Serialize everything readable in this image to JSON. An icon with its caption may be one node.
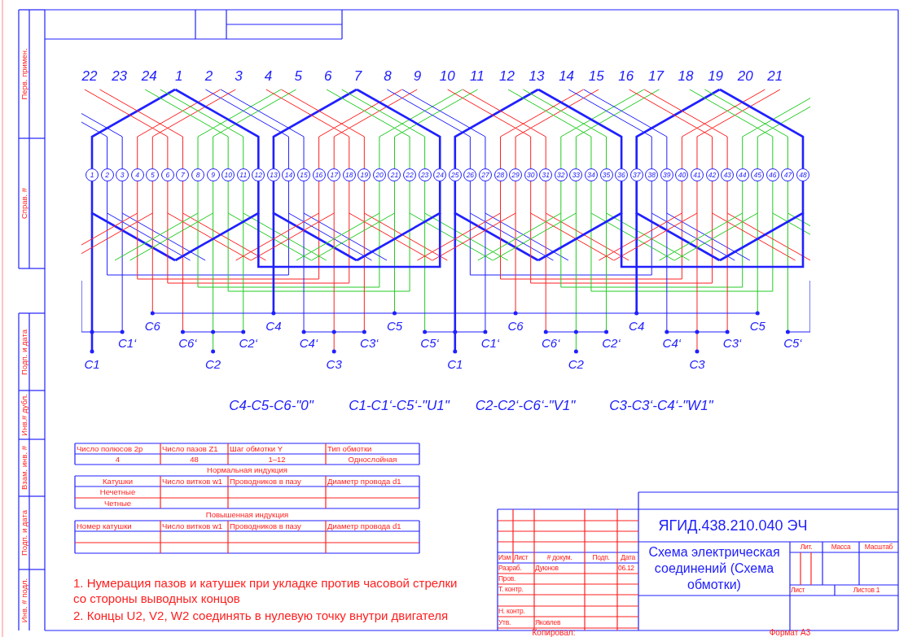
{
  "diagram": {
    "nodes": [
      {
        "text": [
          "1"
        ]
      },
      {
        "text": [
          "2"
        ]
      },
      {
        "text": [
          "3"
        ]
      },
      {
        "text": [
          "4"
        ]
      },
      {
        "text": [
          "5"
        ]
      },
      {
        "text": [
          "6"
        ]
      },
      {
        "text": [
          "7"
        ]
      },
      {
        "text": [
          "8"
        ]
      },
      {
        "text": [
          "9"
        ]
      },
      {
        "text": [
          "10"
        ]
      },
      {
        "text": [
          "11"
        ]
      },
      {
        "text": [
          "12"
        ]
      },
      {
        "text": [
          "13"
        ]
      },
      {
        "text": [
          "14"
        ]
      },
      {
        "text": [
          "15"
        ]
      },
      {
        "text": [
          "16"
        ]
      },
      {
        "text": [
          "17"
        ]
      },
      {
        "text": [
          "18"
        ]
      },
      {
        "text": [
          "19"
        ]
      },
      {
        "text": [
          "20"
        ]
      },
      {
        "text": [
          "21"
        ]
      },
      {
        "text": [
          "22"
        ]
      },
      {
        "text": [
          "23"
        ]
      },
      {
        "text": [
          "24"
        ]
      },
      {
        "text": [
          "25"
        ]
      },
      {
        "text": [
          "26"
        ]
      },
      {
        "text": [
          "27"
        ]
      },
      {
        "text": [
          "28"
        ]
      },
      {
        "text": [
          "29"
        ]
      },
      {
        "text": [
          "30"
        ]
      },
      {
        "text": [
          "31"
        ]
      },
      {
        "text": [
          "32"
        ]
      },
      {
        "text": [
          "33"
        ]
      },
      {
        "text": [
          "34"
        ]
      },
      {
        "text": [
          "35"
        ]
      },
      {
        "text": [
          "36"
        ]
      },
      {
        "text": [
          "37"
        ]
      },
      {
        "text": [
          "38"
        ]
      },
      {
        "text": [
          "39"
        ]
      },
      {
        "text": [
          "40"
        ]
      },
      {
        "text": [
          "41"
        ]
      },
      {
        "text": [
          "42"
        ]
      },
      {
        "text": [
          "43"
        ]
      },
      {
        "text": [
          "44"
        ]
      },
      {
        "text": [
          "45"
        ]
      },
      {
        "text": [
          "46"
        ]
      },
      {
        "text": [
          "47"
        ]
      },
      {
        "text": [
          "48"
        ]
      }
    ],
    "labels": [
      "22",
      "23",
      "24",
      "1",
      "2",
      "3",
      "4",
      "5",
      "6",
      "7",
      "8",
      "9",
      "10",
      "11",
      "12",
      "13",
      "14",
      "15",
      "16",
      "17",
      "18",
      "19",
      "20",
      "21",
      "C6",
      "C4",
      "C5",
      "C6",
      "C4",
      "C5",
      "C1‘",
      "C6‘",
      "C2‘",
      "C4‘",
      "C3‘",
      "C5‘",
      "C1‘",
      "C6‘",
      "C2‘",
      "C4‘",
      "C3‘",
      "C5‘",
      "C1",
      "C2",
      "C3",
      "C1",
      "C2",
      "C3",
      "C4-C5-C6-\"0\"",
      "C1-C1‘-C5‘-\"U1\"",
      "C2-C2‘-C6‘-\"V1\"",
      "C3-C3‘-C4‘-\"W1\"",
      "Число полюсов 2р",
      "Число пазов Z1",
      "Шаг обмотки Y",
      "Тип обмотки",
      "4",
      "48",
      "1–12",
      "Однослойная",
      "Нормальная индукция",
      "Катушки",
      "Число витков w1",
      "Проводников в пазу",
      "Диаметр провода d1",
      "Нечетные",
      "Четные",
      "Повышенная индукция",
      "Номер катушки",
      "Число витков w1",
      "Проводников в пазу",
      "Диаметр провода d1",
      "1. Нумерация пазов и катушек при укладке против часовой стрелки со стороны выводных концов",
      "2. Концы U2, V2, W2 соединять в нулевую точку внутри двигателя",
      "Перв. примен.",
      "Справ. #",
      "Подп. и дата",
      "Инв.# дубл.",
      "Взам. инв. #",
      "Подп. и дата",
      "Инв. # подл.",
      "Изм",
      "Лист",
      "# докум.",
      "Подп.",
      "Дата",
      "Разраб.",
      "Дуюнов",
      "06.12",
      "Пров.",
      "Т. контр.",
      "Н. контр.",
      "Утв.",
      "Яковлев",
      "ЯГИД.438.210.040 ЭЧ",
      "Схема электрическая соединений (Схема обмотки)",
      "Лит.",
      "Масса",
      "Масштаб",
      "Лист",
      "Листов 1",
      "Копировал:",
      "Формат A3"
    ]
  }
}
